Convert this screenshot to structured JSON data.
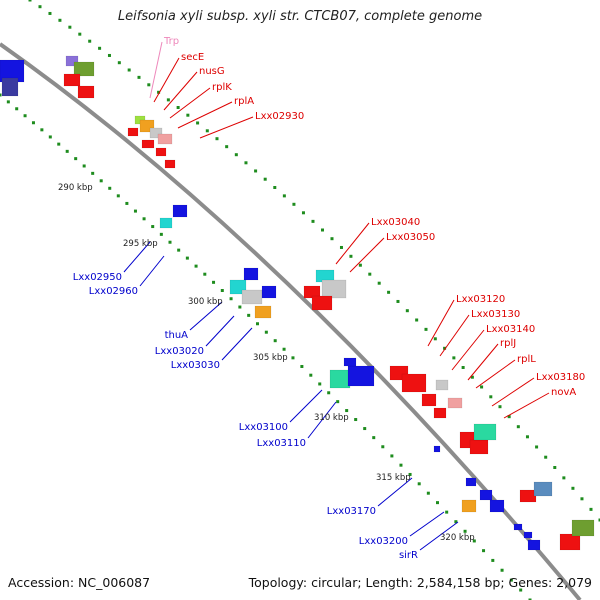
{
  "title": "Leifsonia xyli subsp. xyli str. CTCB07, complete genome",
  "footer": {
    "accession_label": "Accession: ",
    "accession": "NC_006087",
    "topology_label": "Topology: ",
    "topology": "circular",
    "length_label": "; Length: ",
    "length": "2,584,158 bp",
    "genes_label": "; Genes: ",
    "genes": "2,079"
  },
  "colors": {
    "backbone": "#8c8c8c",
    "backbone_edge": "#5a5a5a",
    "tick_dots": "#1e8c1e",
    "forward_label": "#dd0000",
    "reverse_label": "#0000cc",
    "trna_label": "#ee88bb",
    "gene_red": "#ee1111",
    "gene_blue": "#1414e0",
    "gene_green": "#2ad9a0",
    "gene_cyan": "#22d5d0",
    "gene_gray": "#c8c8c8",
    "gene_pink": "#f0a0a0",
    "gene_orange": "#f0a020",
    "gene_olive": "#6e9e30",
    "gene_steel": "#5a8cbe",
    "gene_purple": "#8a70d8",
    "gene_navy": "#3a3aa0",
    "gene_lime": "#9ee040"
  },
  "ticks": [
    "290 kbp",
    "295 kbp",
    "300 kbp",
    "305 kbp",
    "310 kbp",
    "315 kbp",
    "320 kbp"
  ],
  "forward_labels": [
    "Trp",
    "secE",
    "nusG",
    "rplK",
    "rplA",
    "Lxx02930",
    "Lxx03040",
    "Lxx03050",
    "Lxx03120",
    "Lxx03130",
    "Lxx03140",
    "rplJ",
    "rplL",
    "Lxx03180",
    "novA"
  ],
  "reverse_labels": [
    "Lxx02950",
    "Lxx02960",
    "thuA",
    "Lxx03020",
    "Lxx03030",
    "Lxx03100",
    "Lxx03110",
    "Lxx03170",
    "Lxx03200",
    "sirR"
  ]
}
